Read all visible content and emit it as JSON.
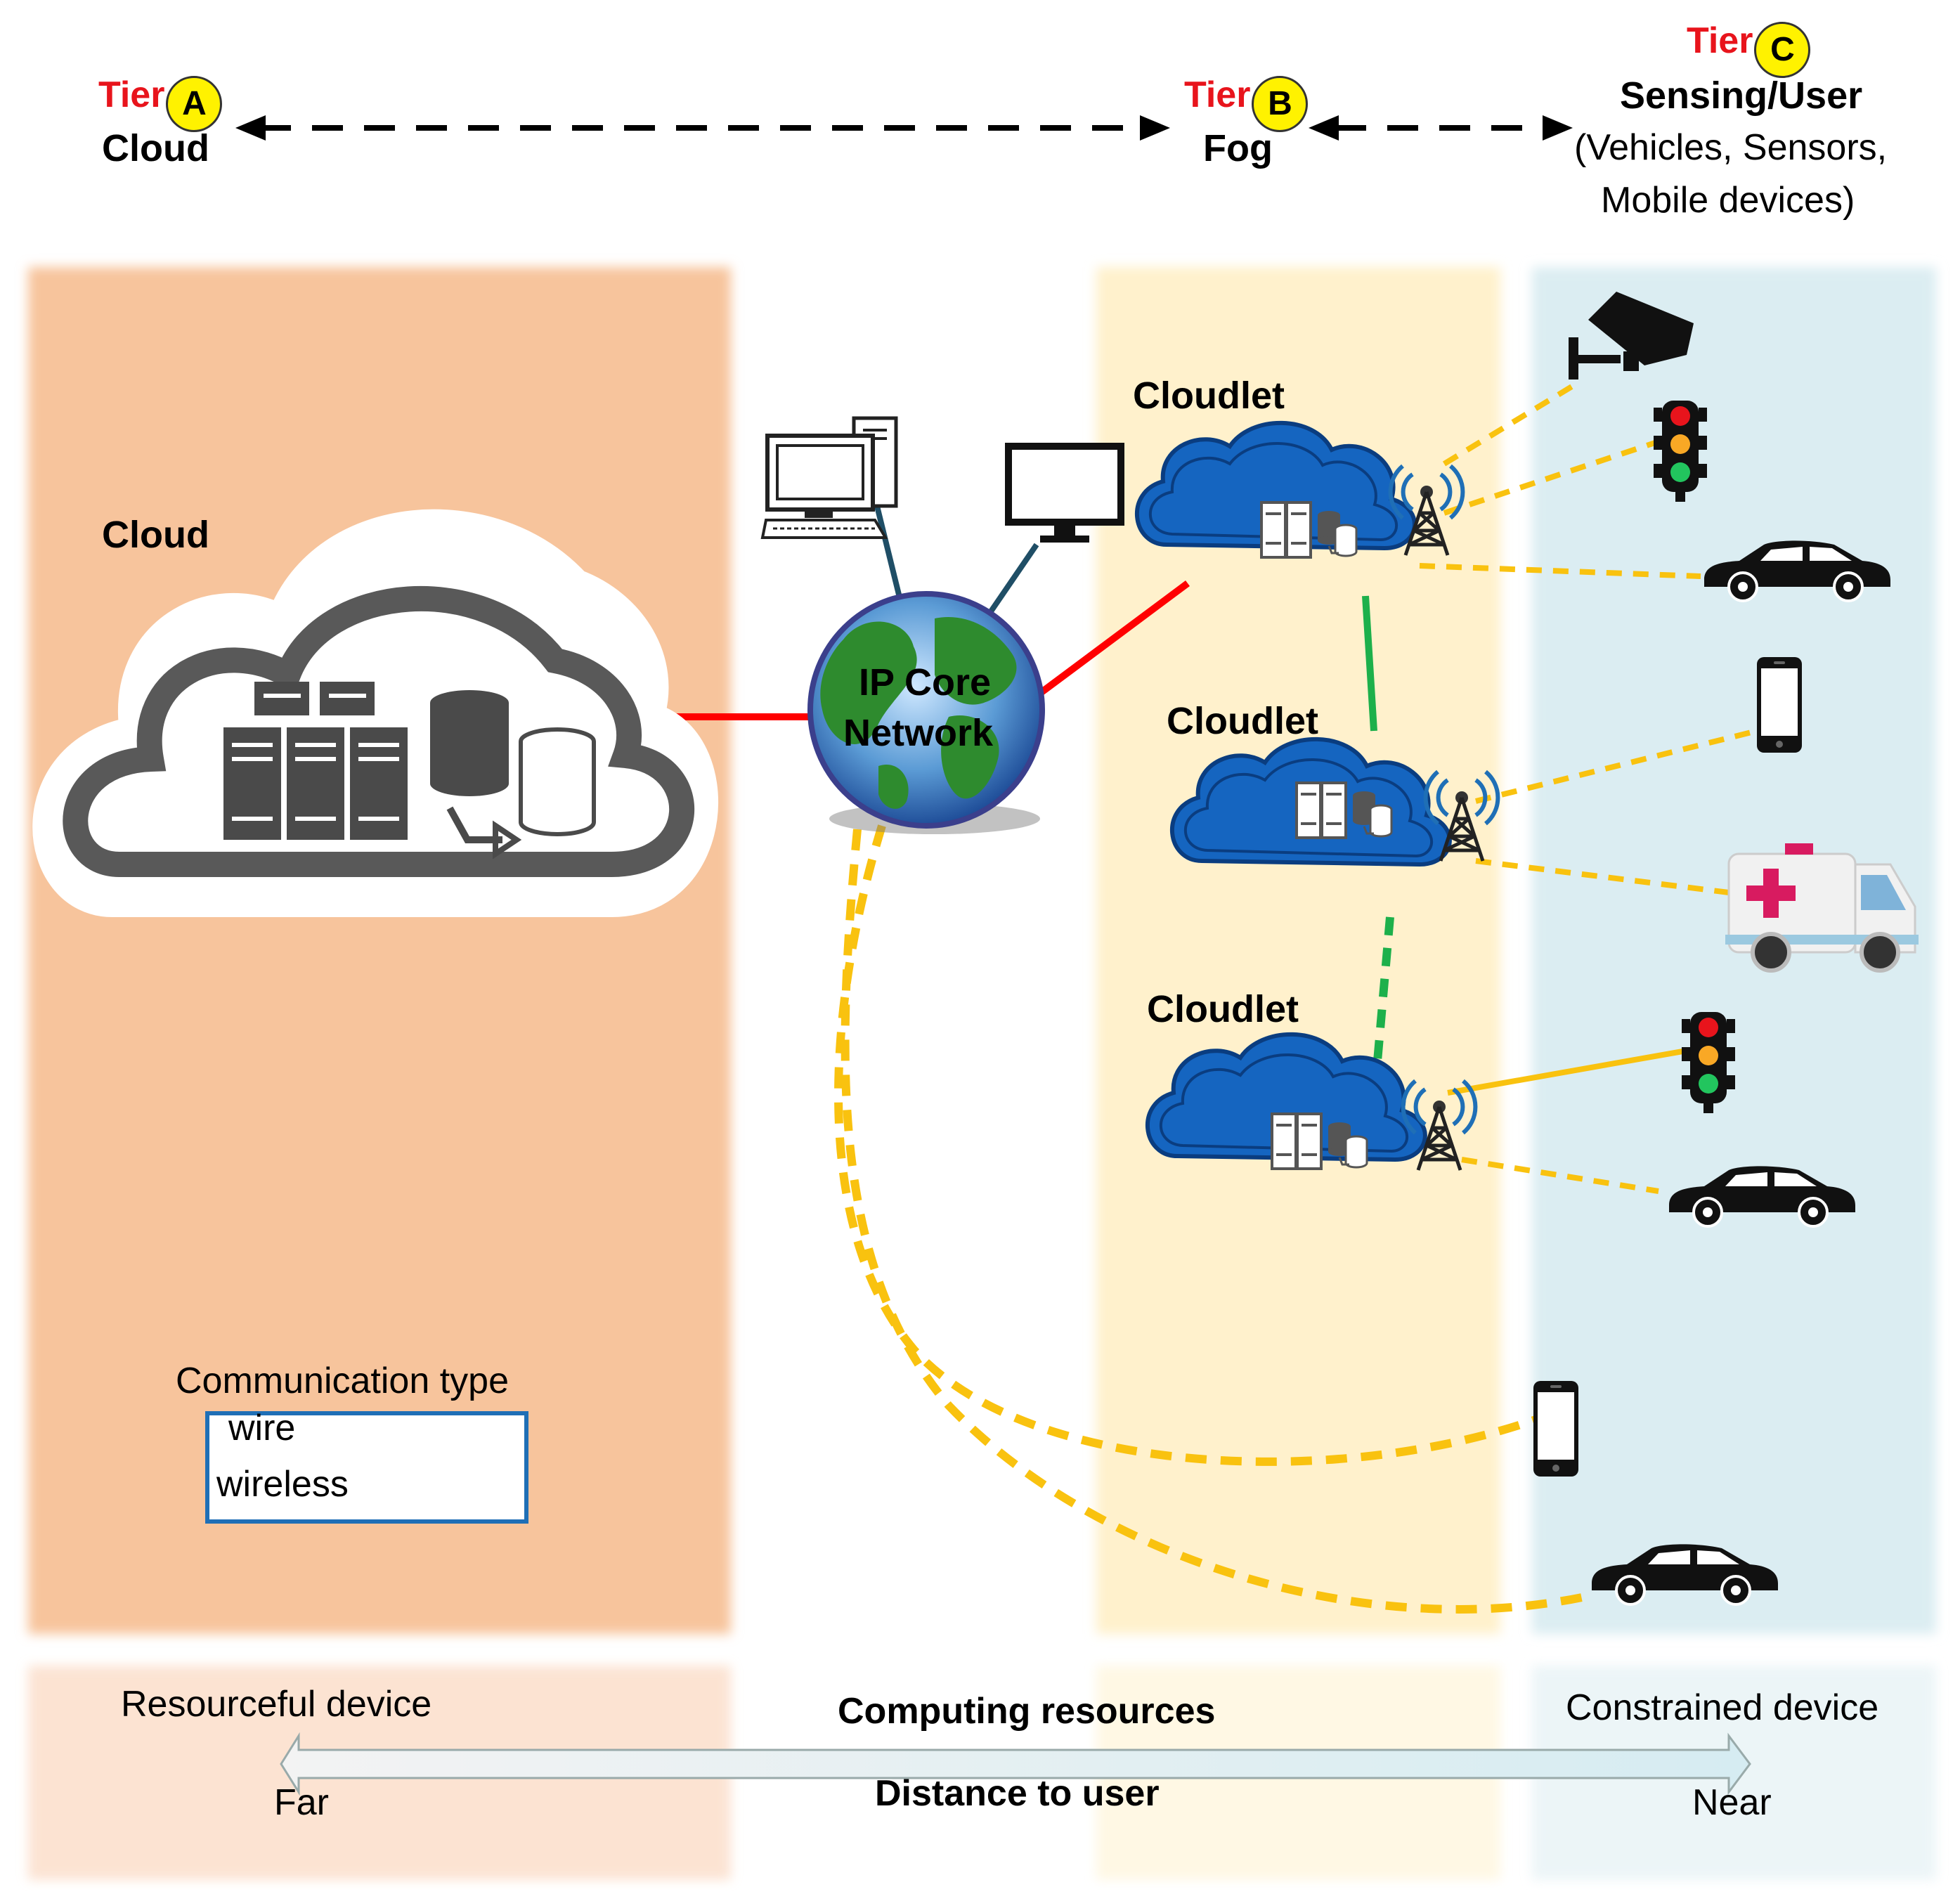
{
  "tiers": {
    "a": {
      "tier_word": "Tier",
      "badge": "A",
      "name": "Cloud"
    },
    "b": {
      "tier_word": "Tier",
      "badge": "B",
      "name": "Fog"
    },
    "c": {
      "tier_word": "Tier",
      "badge": "C",
      "name": "Sensing/User",
      "desc_line1": "(Vehicles, Sensors,",
      "desc_line2": "Mobile devices)"
    }
  },
  "cloud_label": "Cloud",
  "core_network": {
    "line1": "IP Core",
    "line2": "Network"
  },
  "cloudlets": [
    "Cloudlet",
    "Cloudlet",
    "Cloudlet"
  ],
  "legend": {
    "title": "Communication type",
    "wire": "wire",
    "wireless": "wireless"
  },
  "bottom_axis": {
    "left_top": "Resourceful device",
    "right_top": "Constrained device",
    "center_top": "Computing resources",
    "center_bottom": "Distance to user",
    "left_bottom": "Far",
    "right_bottom": "Near"
  },
  "colors": {
    "cloud_zone": "#f7c49c",
    "fog_zone": "#fff1cc",
    "user_zone": "#dbedf2",
    "wire_red": "#ff0000",
    "wire_green": "#1db04b",
    "wireless_yellow": "#f9c20f",
    "cloudlet_blue": "#1565c0",
    "tier_red": "#e8141c",
    "badge_yellow": "#fff200"
  },
  "icons": [
    "server-icon",
    "database-icon",
    "globe-icon",
    "desktop-computer-icon",
    "monitor-icon",
    "antenna-tower-icon",
    "cctv-camera-icon",
    "traffic-light-icon",
    "car-icon",
    "smartphone-icon",
    "ambulance-icon"
  ]
}
